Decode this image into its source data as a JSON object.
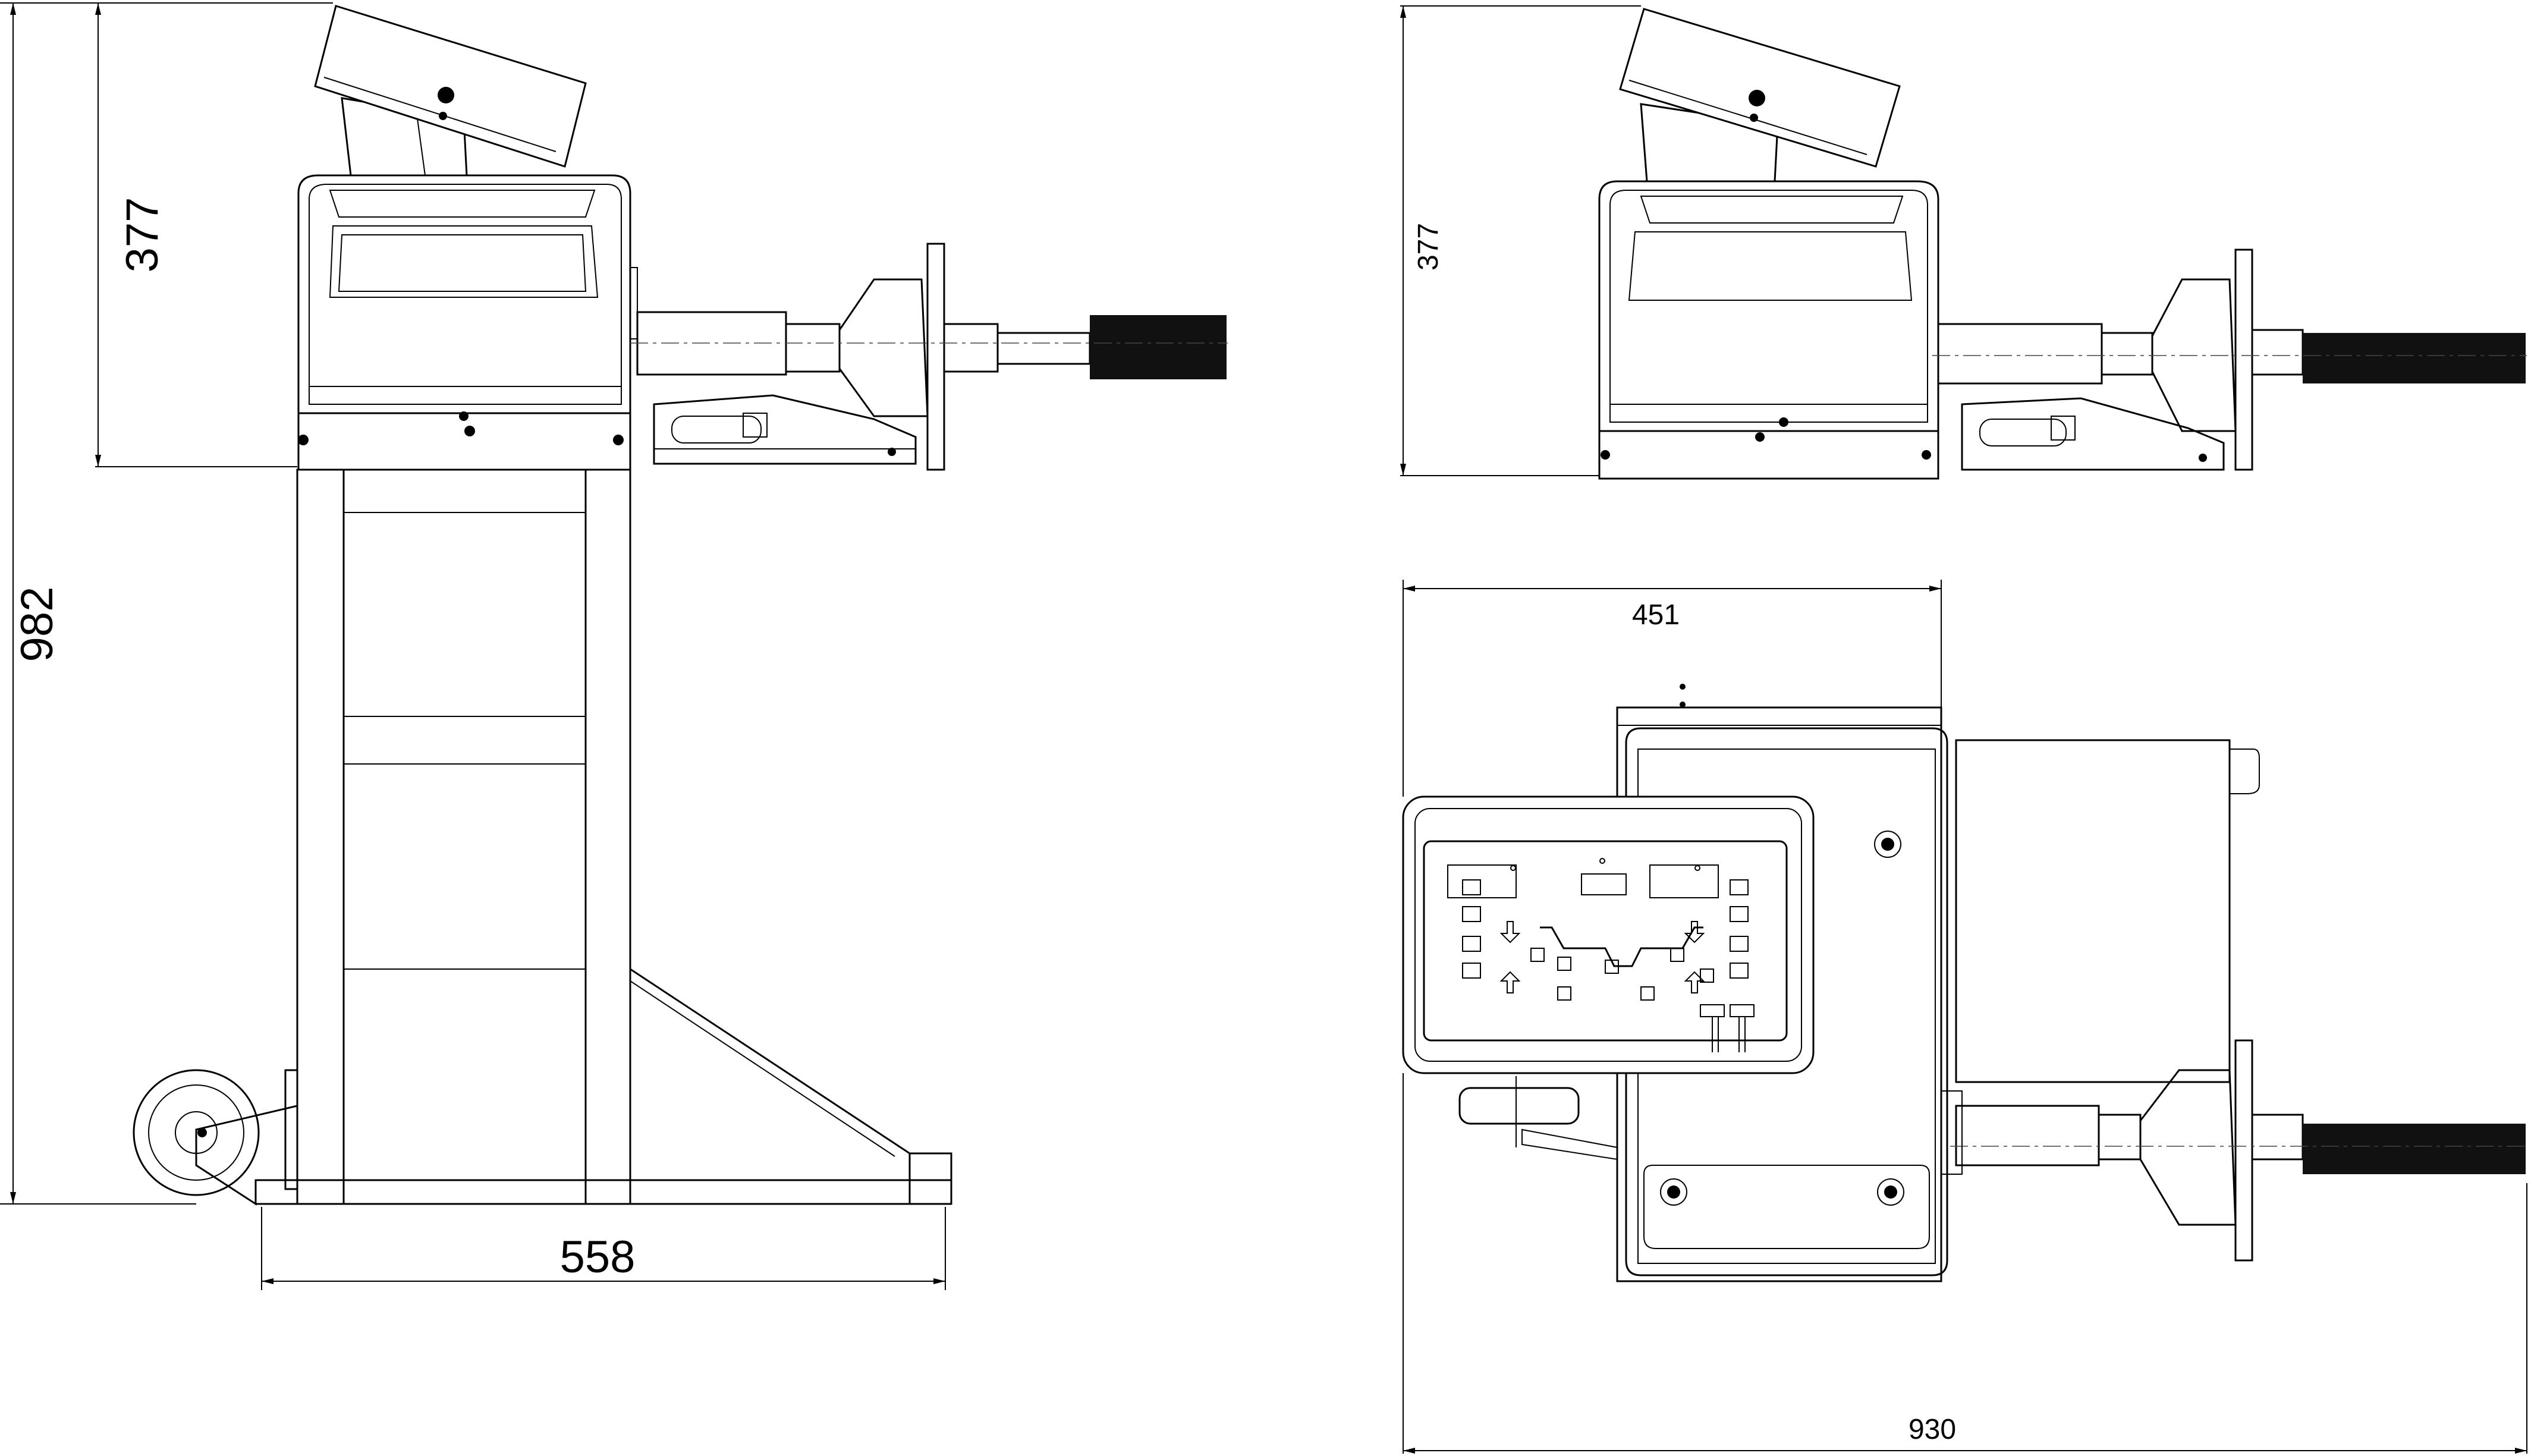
{
  "dimensions": {
    "side_height_total": "982",
    "side_height_upper": "377",
    "side_width_base": "558",
    "front_height_upper": "377",
    "top_width_cabinet": "451",
    "top_width_total": "930"
  },
  "colors": {
    "line": "#000000",
    "background": "#ffffff"
  },
  "views": [
    "side-view",
    "front-view",
    "top-view"
  ]
}
